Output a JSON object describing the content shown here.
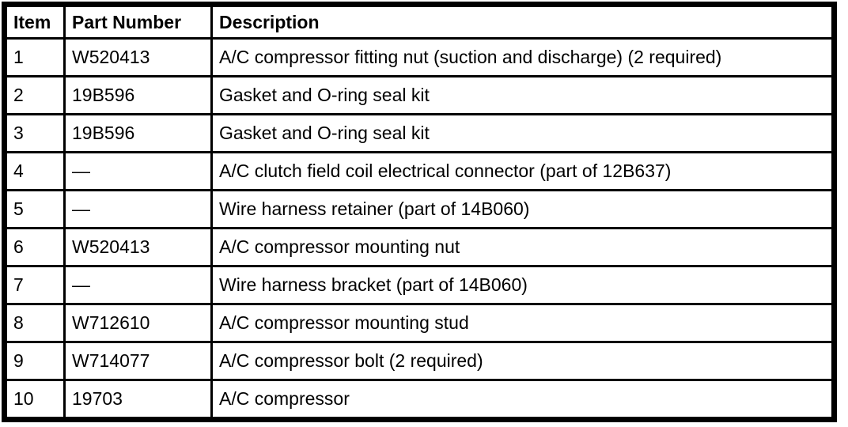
{
  "colors": {
    "border": "#000000",
    "text": "#000000",
    "background": "#ffffff"
  },
  "table": {
    "columns": {
      "item": "Item",
      "part_number": "Part Number",
      "description": "Description"
    },
    "rows": [
      {
        "item": "1",
        "part_number": "W520413",
        "description": "A/C compressor fitting nut (suction and discharge) (2 required)"
      },
      {
        "item": "2",
        "part_number": "19B596",
        "description": "Gasket and O-ring seal kit"
      },
      {
        "item": "3",
        "part_number": "19B596",
        "description": "Gasket and O-ring seal kit"
      },
      {
        "item": "4",
        "part_number": "—",
        "description": "A/C clutch field coil electrical connector (part of 12B637)"
      },
      {
        "item": "5",
        "part_number": "—",
        "description": "Wire harness retainer (part of 14B060)"
      },
      {
        "item": "6",
        "part_number": "W520413",
        "description": "A/C compressor mounting nut"
      },
      {
        "item": "7",
        "part_number": "—",
        "description": "Wire harness bracket (part of 14B060)"
      },
      {
        "item": "8",
        "part_number": "W712610",
        "description": "A/C compressor mounting stud"
      },
      {
        "item": "9",
        "part_number": "W714077",
        "description": "A/C compressor bolt (2 required)"
      },
      {
        "item": "10",
        "part_number": "19703",
        "description": "A/C compressor"
      }
    ]
  }
}
